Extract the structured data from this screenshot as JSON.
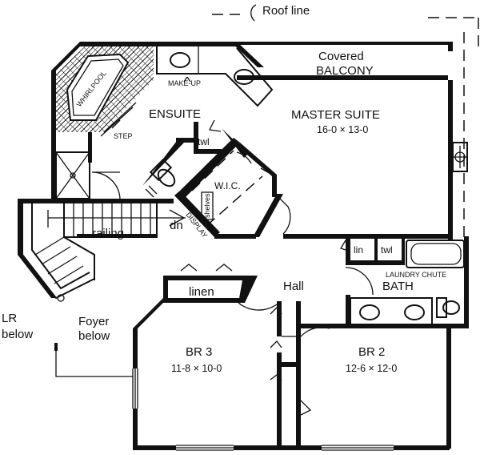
{
  "roof_line_label": "Roof line",
  "rooms": {
    "covered": "Covered",
    "balcony": "BALCONY",
    "master_suite": "MASTER SUITE",
    "master_dims": "16-0 × 13-0",
    "ensuite": "ENSUITE",
    "whirlpool": "WHIRLPOOL",
    "make_up": "MAKE-UP",
    "step": "STEP",
    "towel_ensuite": "twl",
    "wic": "W.I.C.",
    "shelves": "shelves",
    "display": "DISPLAY",
    "down": "dn",
    "railing": "railing",
    "linen_closet_small": "lin",
    "towel_bath": "twl",
    "laundry_chute": "LAUNDRY CHUTE",
    "bath": "BATH",
    "hall": "Hall",
    "linen": "linen",
    "lr_below_1": "LR",
    "lr_below_2": "below",
    "foyer_below_1": "Foyer",
    "foyer_below_2": "below",
    "br3": "BR 3",
    "br3_dims": "11-8 × 10-0",
    "br2": "BR 2",
    "br2_dims": "12-6 × 12-0"
  }
}
